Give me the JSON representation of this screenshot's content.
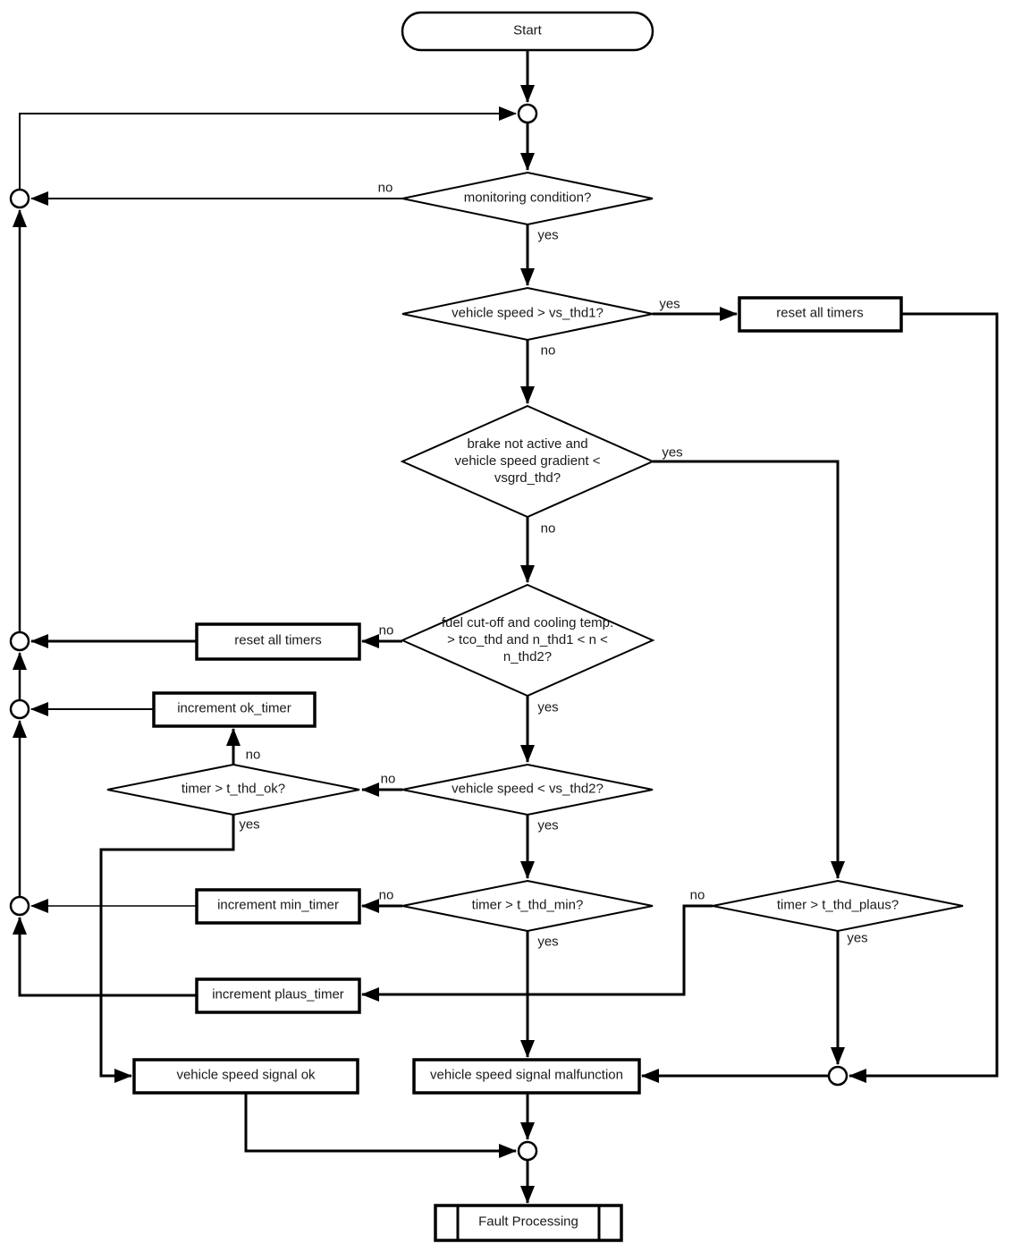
{
  "diagram_title": "vehicle speed signal monitoring flowchart",
  "colors": {
    "line": "#000000",
    "text": "#1a1a1a",
    "background": "#ffffff"
  },
  "nodes": {
    "start": {
      "type": "terminator",
      "label": "Start"
    },
    "d_monitoring": {
      "type": "decision",
      "label": "monitoring condition?"
    },
    "d_vs_thd1": {
      "type": "decision",
      "label": "vehicle speed > vs_thd1?"
    },
    "b_reset_timers_right": {
      "type": "process",
      "label": "reset all timers"
    },
    "d_brake": {
      "type": "decision",
      "label": "brake not active and vehicle speed gradient < vsgrd_thd?"
    },
    "d_fuel": {
      "type": "decision",
      "label": "fuel cut-off and cooling temp. > tco_thd and n_thd1 < n < n_thd2?"
    },
    "b_reset_timers_left": {
      "type": "process",
      "label": "reset all timers"
    },
    "b_increment_ok": {
      "type": "process",
      "label": "increment ok_timer"
    },
    "d_vs_thd2": {
      "type": "decision",
      "label": "vehicle speed < vs_thd2?"
    },
    "d_t_thd_ok": {
      "type": "decision",
      "label": "timer > t_thd_ok?"
    },
    "d_t_thd_min": {
      "type": "decision",
      "label": "timer > t_thd_min?"
    },
    "b_increment_min": {
      "type": "process",
      "label": "increment min_timer"
    },
    "d_t_thd_plaus": {
      "type": "decision",
      "label": "timer > t_thd_plaus?"
    },
    "b_increment_plaus": {
      "type": "process",
      "label": "increment plaus_timer"
    },
    "b_signal_ok": {
      "type": "process",
      "label": "vehicle speed signal ok"
    },
    "b_signal_malfunction": {
      "type": "process",
      "label": "vehicle speed signal malfunction"
    },
    "b_fault_processing": {
      "type": "predefined-process",
      "label": "Fault Processing"
    }
  },
  "edge_labels": {
    "monitoring_no": "no",
    "monitoring_yes": "yes",
    "vs_thd1_yes": "yes",
    "vs_thd1_no": "no",
    "brake_yes": "yes",
    "brake_no": "no",
    "fuel_no": "no",
    "fuel_yes": "yes",
    "vs_thd2_no": "no",
    "vs_thd2_yes": "yes",
    "t_thd_ok_no": "no",
    "t_thd_ok_yes": "yes",
    "t_thd_min_no": "no",
    "t_thd_min_yes": "yes",
    "t_thd_plaus_no": "no",
    "t_thd_plaus_yes": "yes"
  }
}
